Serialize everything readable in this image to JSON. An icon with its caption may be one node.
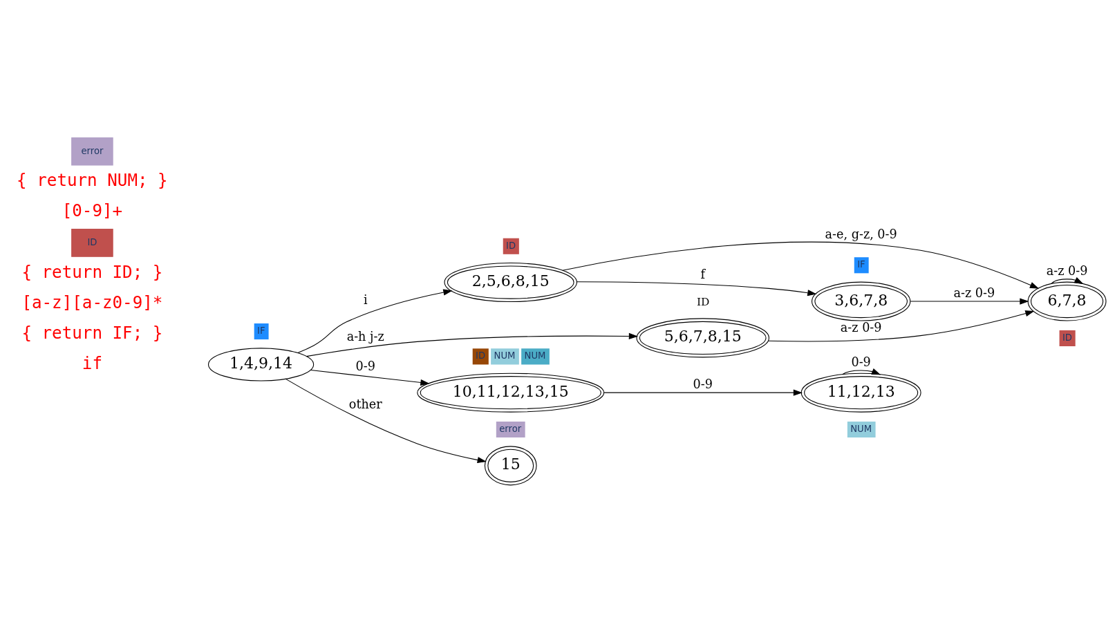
{
  "diagram": {
    "nodes": [
      {
        "text": [
          "1,4,9,14"
        ],
        "beside": [
          "IF"
        ]
      },
      {
        "text": [
          "2,5,6,8,15"
        ],
        "beside": [
          "ID"
        ]
      },
      {
        "text": [
          "3,6,7,8"
        ],
        "beside": [
          "IF"
        ]
      },
      {
        "text": [
          "5,6,7,8,15"
        ],
        "beside": [
          "ID"
        ]
      },
      {
        "text": [
          "6,7,8"
        ],
        "beside": [
          "ID"
        ]
      },
      {
        "text": [
          "10,11,12,13,15"
        ],
        "beside": [
          "ID",
          "NUM",
          "NUM"
        ]
      },
      {
        "text": [
          "11,12,13"
        ],
        "beside": [
          "NUM"
        ]
      },
      {
        "text": [
          "15"
        ],
        "beside": [
          "error"
        ]
      }
    ],
    "edges": [
      {
        "from": 0,
        "to": 1,
        "arrow": "to",
        "label": "i"
      },
      {
        "from": 0,
        "to": 3,
        "arrow": "to",
        "label": "a-h j-z"
      },
      {
        "from": 0,
        "to": 5,
        "arrow": "to",
        "label": "0-9"
      },
      {
        "from": 0,
        "to": 7,
        "arrow": "to",
        "label": "other"
      },
      {
        "from": 1,
        "to": 2,
        "arrow": "to",
        "label": "f"
      },
      {
        "from": 1,
        "to": 4,
        "arrow": "to",
        "label": "a-e, g-z, 0-9"
      },
      {
        "from": 2,
        "to": 4,
        "arrow": "to",
        "label": "a-z 0-9"
      },
      {
        "from": 3,
        "to": 4,
        "arrow": "to",
        "label": "a-z 0-9"
      },
      {
        "from": 4,
        "to": 4,
        "arrow": "to",
        "label": "a-z 0-9"
      },
      {
        "from": 5,
        "to": 6,
        "arrow": "to",
        "label": "0-9"
      },
      {
        "from": 6,
        "to": 6,
        "arrow": "to",
        "label": "0-9"
      }
    ],
    "labels": [
      "if",
      "{ return IF; }",
      "[a-z][a-z0-9]*",
      "{ return ID; }",
      "ID",
      "[0-9]+",
      "{ return NUM; }",
      "error"
    ]
  }
}
